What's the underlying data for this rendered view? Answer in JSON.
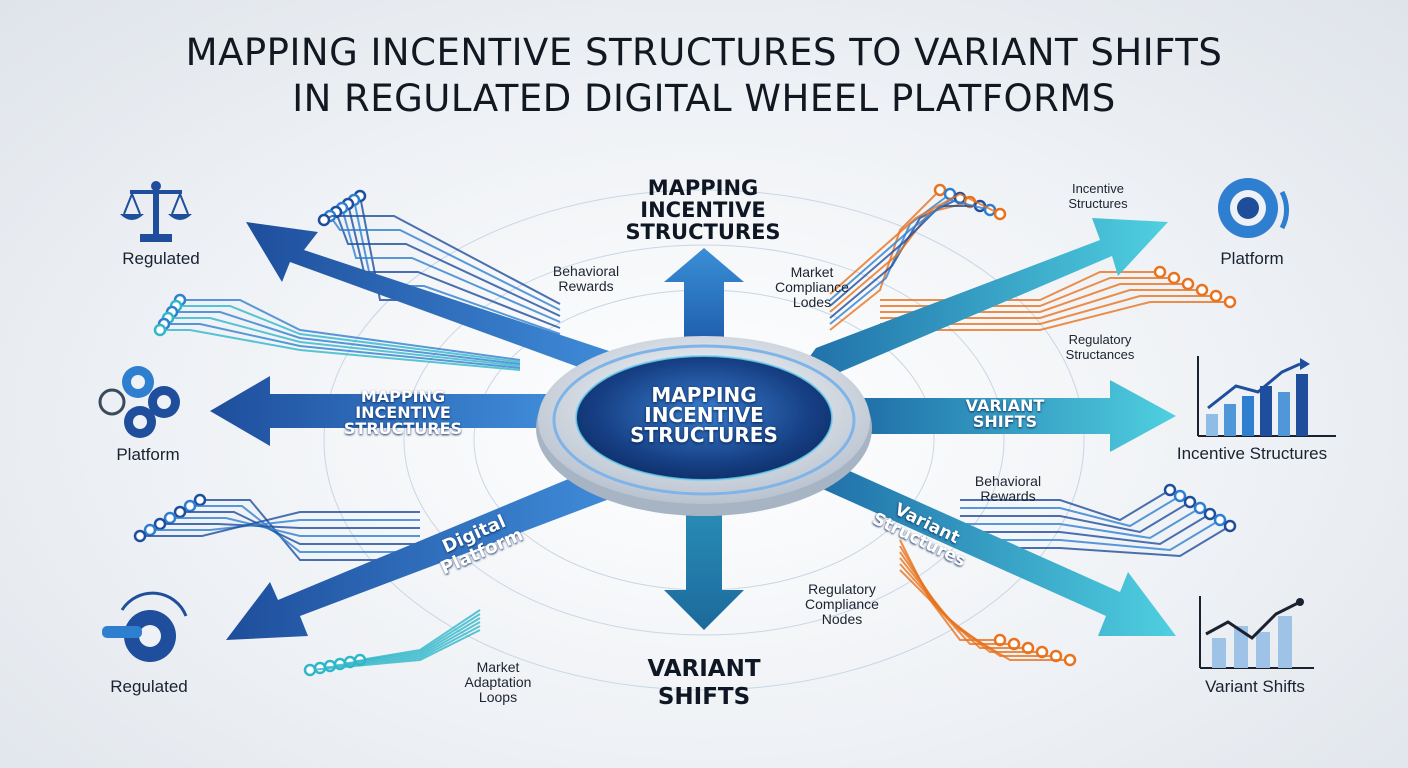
{
  "title_line1": "MAPPING INCENTIVE STRUCTURES TO VARIANT SHIFTS",
  "title_line2": "IN REGULATED DIGITAL WHEEL PLATFORMS",
  "center_hub": {
    "line1": "MAPPING",
    "line2": "INCENTIVE",
    "line3": "STRUCTURES"
  },
  "top_label": {
    "line1": "MAPPING",
    "line2": "INCENTIVE",
    "line3": "STRUCTURES"
  },
  "bottom_label": {
    "line1": "VARIANT",
    "line2": "SHIFTS"
  },
  "left_arrow_text": {
    "line1": "MAPPING",
    "line2": "INCENTIVE",
    "line3": "STRUCTURES"
  },
  "right_arrow_text": {
    "line1": "VARIANT",
    "line2": "SHIFTS"
  },
  "lower_left_arrow_text": {
    "line1": "Digital",
    "line2": "Platform"
  },
  "lower_right_arrow_text": {
    "line1": "Variant",
    "line2": "Structures"
  },
  "annotations": {
    "behavioral_rewards_top": {
      "line1": "Behavioral",
      "line2": "Rewards"
    },
    "market_compliance": {
      "line1": "Market",
      "line2": "Compliance",
      "line3": "Lodes"
    },
    "incentive_structures_small": {
      "line1": "Incentive",
      "line2": "Structures"
    },
    "regulatory_structances": {
      "line1": "Regulatory",
      "line2": "Structances"
    },
    "behavioral_rewards_bottom": {
      "line1": "Behavioral",
      "line2": "Rewards"
    },
    "regulatory_compliance_nodes": {
      "line1": "Regulatory",
      "line2": "Compliance",
      "line3": "Nodes"
    },
    "market_adaptation_loops": {
      "line1": "Market",
      "line2": "Adaptation",
      "line3": "Loops"
    }
  },
  "side_items": {
    "left_top": {
      "label": "Regulated",
      "icon": "scales-icon"
    },
    "left_middle": {
      "label": "Platform",
      "icon": "gears-icon"
    },
    "left_bottom": {
      "label": "Regulated",
      "icon": "gear-wrench-icon"
    },
    "right_top": {
      "label": "Platform",
      "icon": "gear-icon"
    },
    "right_middle": {
      "label": "Incentive Structures",
      "icon": "bar-chart-icon"
    },
    "right_bottom": {
      "label": "Variant Shifts",
      "icon": "line-chart-icon"
    }
  },
  "colors": {
    "navy": "#1e4e9c",
    "blue": "#2f7fd0",
    "teal": "#2fb7c9",
    "orange": "#e8731e",
    "text": "#121821"
  }
}
